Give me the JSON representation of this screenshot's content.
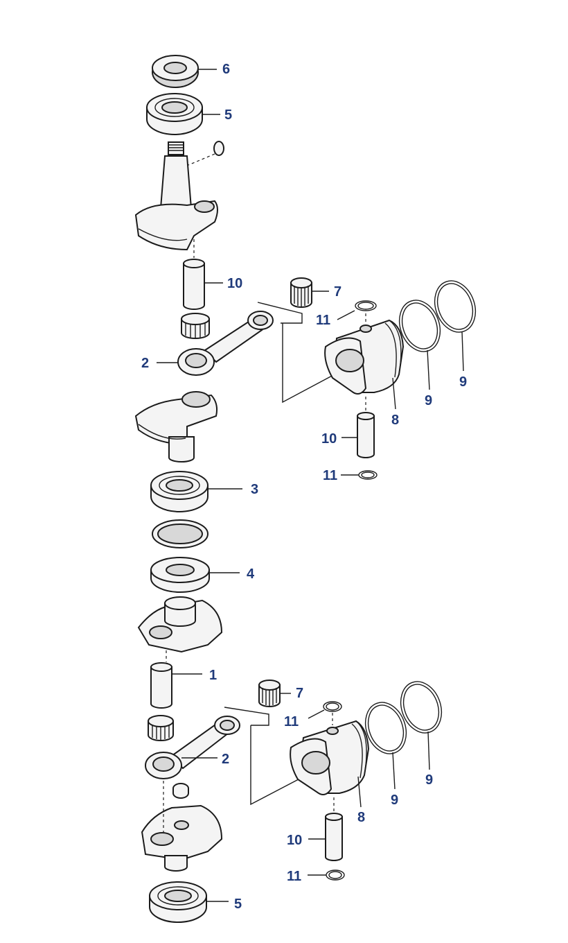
{
  "labels": {
    "c6": "6",
    "c5_top": "5",
    "c10_top": "10",
    "c7_top": "7",
    "c11_top": "11",
    "c2_top": "2",
    "c8_top": "8",
    "c9_top_a": "9",
    "c9_top_b": "9",
    "c10_mid": "10",
    "c11_mid": "11",
    "c3": "3",
    "c4": "4",
    "c1": "1",
    "c7_bot": "7",
    "c11_bot": "11",
    "c2_bot": "2",
    "c8_bot": "8",
    "c9_bot_a": "9",
    "c9_bot_b": "9",
    "c10_bot": "10",
    "c11_bot2": "11",
    "c5_bot": "5"
  },
  "colors": {
    "callout": "#1f3a7a",
    "line": "#1b1b1b",
    "part_fill": "#f4f4f4"
  }
}
